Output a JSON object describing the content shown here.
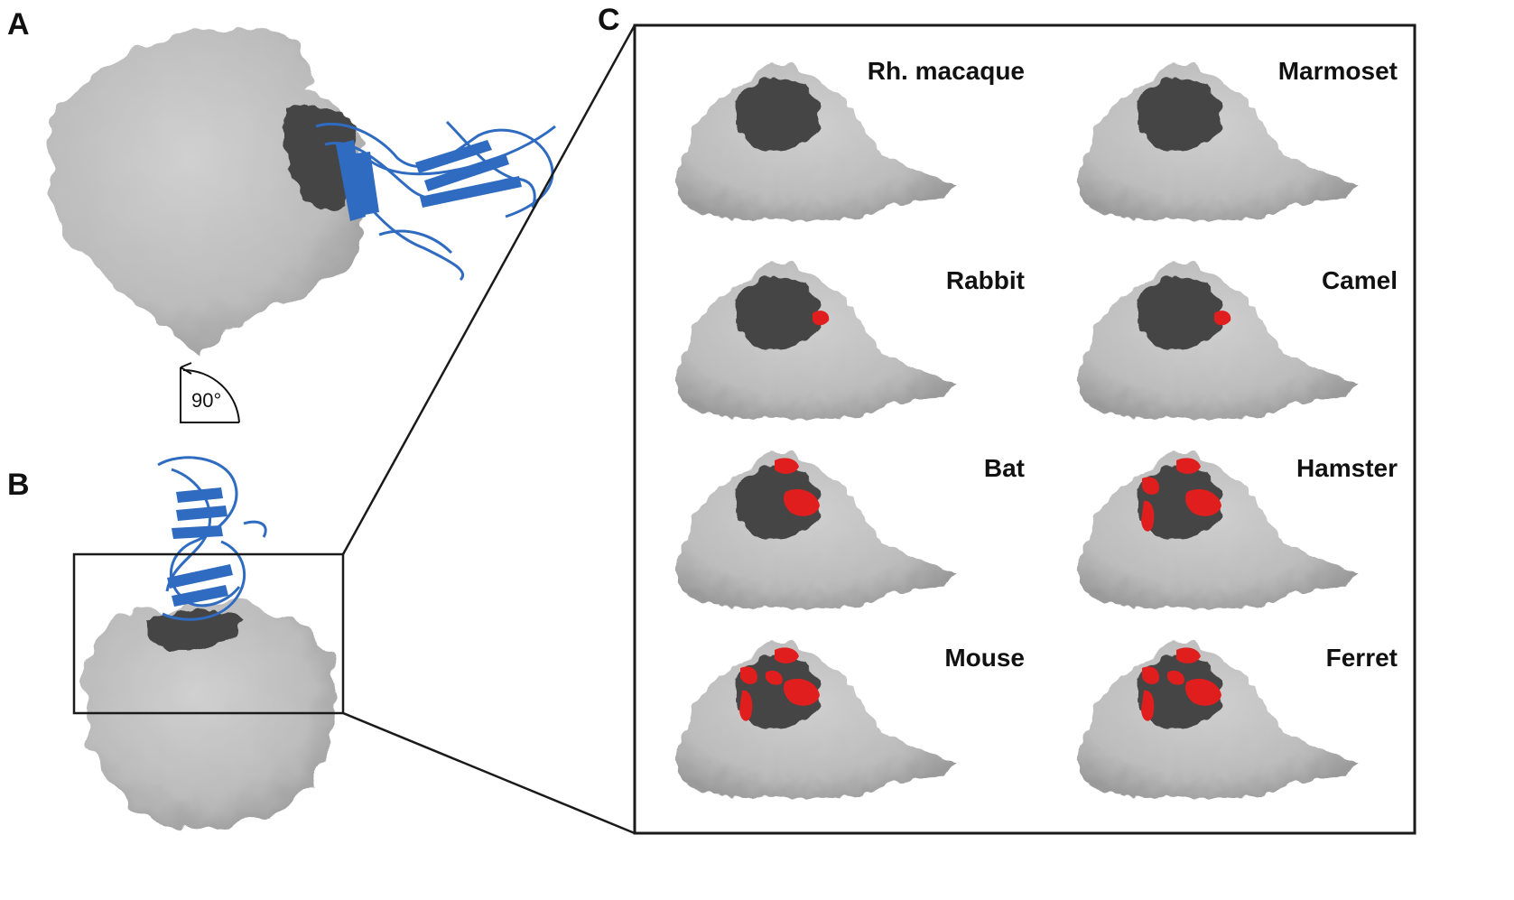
{
  "panels": {
    "a": "A",
    "b": "B",
    "c": "C"
  },
  "rotation": {
    "label": "90°"
  },
  "species": [
    {
      "name": "Rh. macaque",
      "red_patches": 0
    },
    {
      "name": "Marmoset",
      "red_patches": 0
    },
    {
      "name": "Rabbit",
      "red_patches": 1
    },
    {
      "name": "Camel",
      "red_patches": 1
    },
    {
      "name": "Bat",
      "red_patches": 2
    },
    {
      "name": "Hamster",
      "red_patches": 4
    },
    {
      "name": "Mouse",
      "red_patches": 5
    },
    {
      "name": "Ferret",
      "red_patches": 5
    }
  ],
  "colors": {
    "surface_light": "#c2c2c2",
    "surface_shadow": "#9a9a9a",
    "surface_dark": "#454545",
    "ribbon_blue": "#2f6bc0",
    "highlight_red": "#e01e1e",
    "frame": "#1a1a1a"
  }
}
